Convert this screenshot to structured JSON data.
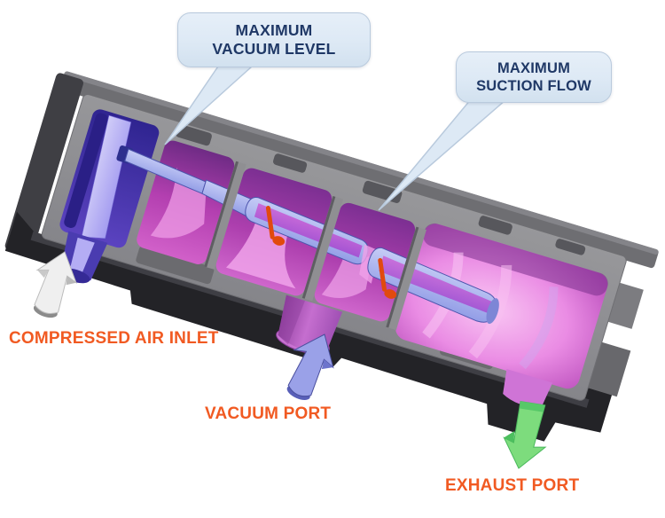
{
  "diagram_type": "vacuum-ejector-cutaway",
  "callouts": {
    "vacuum_level": {
      "line1": "MAXIMUM",
      "line2": "VACUUM LEVEL"
    },
    "suction_flow": {
      "line1": "MAXIMUM",
      "line2": "SUCTION FLOW"
    }
  },
  "ports": {
    "air_inlet": {
      "label": "COMPRESSED AIR INLET",
      "arrow": "white-3d-arrow-up-right"
    },
    "vacuum": {
      "label": "VACUUM PORT",
      "arrow": "periwinkle-3d-arrow-up-right"
    },
    "exhaust": {
      "label": "EXHAUST PORT",
      "arrow": "green-arrow-down-left"
    }
  },
  "colors": {
    "callout_fill": "#dde9f5",
    "callout_border": "#b9cadd",
    "callout_text": "#1f3866",
    "port_label": "#f15a22",
    "air_arrow": "#efefef",
    "vacuum_arrow": "#9aa1e8",
    "exhaust_arrow": "#7ddc7d",
    "check_valve_orange": "#e14a0e",
    "body_cut_face": "#8f8f92",
    "body_dark": "#232327",
    "flow_magenta": "#c44fc0",
    "flow_pink": "#f2a7ec",
    "nozzle_periwinkle": "#a7b1ee",
    "inlet_indigo": "#3b2d9e"
  }
}
